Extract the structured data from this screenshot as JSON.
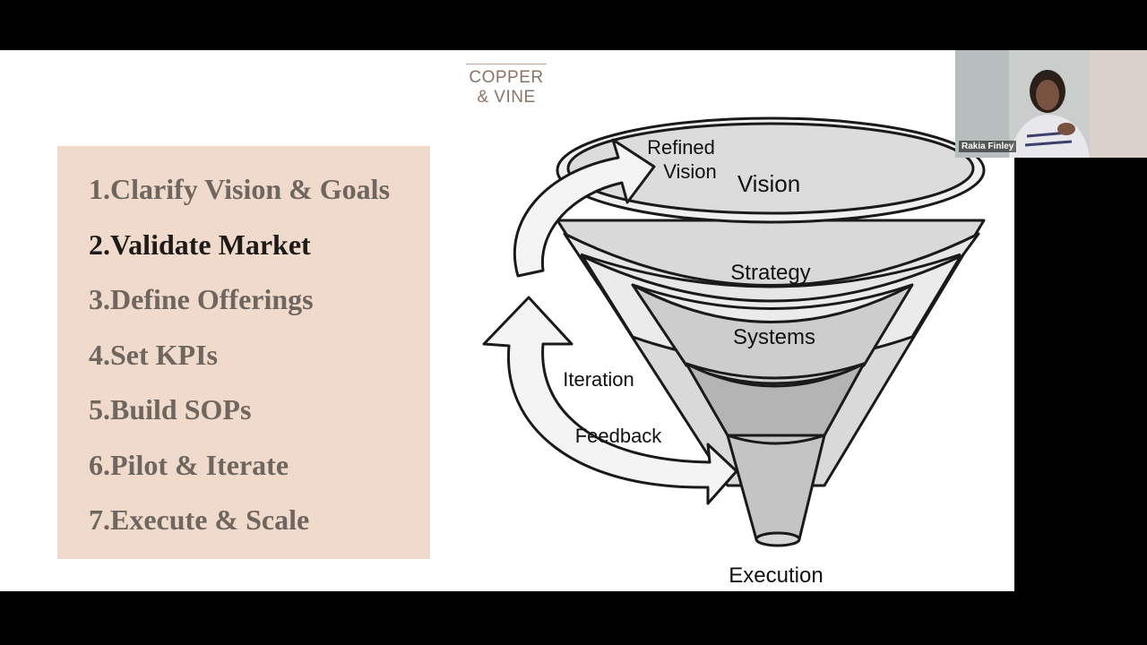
{
  "logo": {
    "line1": "COPPER",
    "line2": "& VINE"
  },
  "steps": [
    {
      "label": "1.Clarify Vision & Goals"
    },
    {
      "label": "2.Validate Market"
    },
    {
      "label": "3.Define Offerings"
    },
    {
      "label": "4.Set KPIs"
    },
    {
      "label": "5.Build SOPs"
    },
    {
      "label": "6.Pilot & Iterate"
    },
    {
      "label": "7.Execute & Scale"
    }
  ],
  "active_step": "2.Validate Market",
  "funnel": {
    "vision": "Vision",
    "refined_line1": "Refined",
    "refined_line2": "Vision",
    "strategy": "Strategy",
    "systems": "Systems",
    "iteration": "Iteration",
    "feedback": "Feedback",
    "execution": "Execution"
  },
  "participant": {
    "name": "Rakia Finley"
  },
  "colors": {
    "panel": "#efdacc",
    "active_text": "#1e1a17",
    "inactive_text": "#6f6660",
    "logo": "#8a7466"
  }
}
